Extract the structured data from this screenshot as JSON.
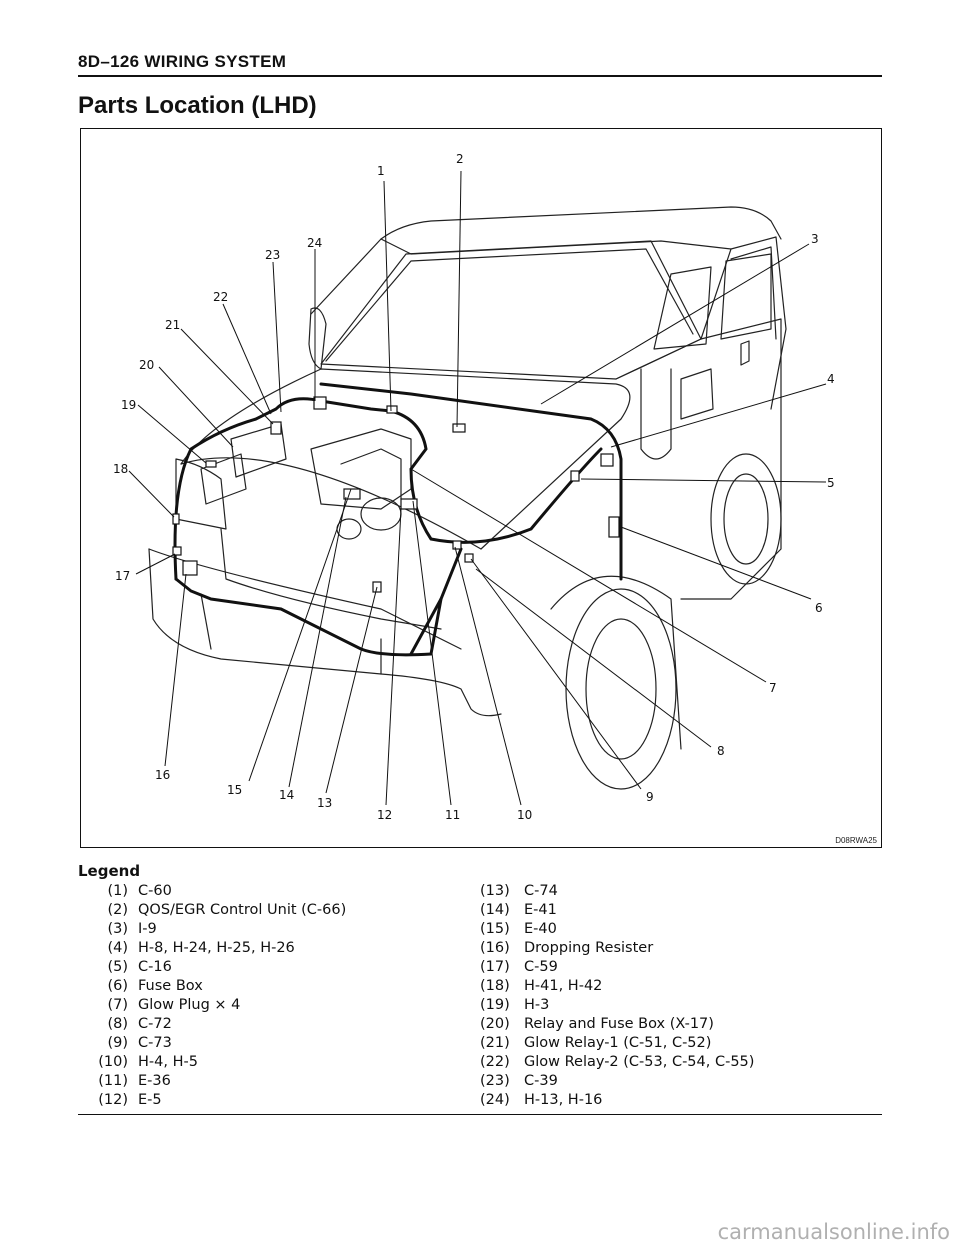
{
  "header": {
    "title": "8D–126   WIRING SYSTEM"
  },
  "section_title": "Parts Location (LHD)",
  "figure": {
    "code": "D08RWA25",
    "callouts": [
      "1",
      "2",
      "3",
      "4",
      "5",
      "6",
      "7",
      "8",
      "9",
      "10",
      "11",
      "12",
      "13",
      "14",
      "15",
      "16",
      "17",
      "18",
      "19",
      "20",
      "21",
      "22",
      "23",
      "24"
    ]
  },
  "legend": {
    "title": "Legend",
    "left": [
      {
        "num": "(1)",
        "text": "C-60"
      },
      {
        "num": "(2)",
        "text": "QOS/EGR Control Unit (C-66)"
      },
      {
        "num": "(3)",
        "text": "I-9"
      },
      {
        "num": "(4)",
        "text": "H-8, H-24, H-25, H-26"
      },
      {
        "num": "(5)",
        "text": "C-16"
      },
      {
        "num": "(6)",
        "text": "Fuse Box"
      },
      {
        "num": "(7)",
        "text": "Glow Plug × 4"
      },
      {
        "num": "(8)",
        "text": "C-72"
      },
      {
        "num": "(9)",
        "text": "C-73"
      },
      {
        "num": "(10)",
        "text": "H-4, H-5"
      },
      {
        "num": "(11)",
        "text": "E-36"
      },
      {
        "num": "(12)",
        "text": "E-5"
      }
    ],
    "right": [
      {
        "num": "(13)",
        "text": "C-74"
      },
      {
        "num": "(14)",
        "text": "E-41"
      },
      {
        "num": "(15)",
        "text": "E-40"
      },
      {
        "num": "(16)",
        "text": "Dropping Resister"
      },
      {
        "num": "(17)",
        "text": "C-59"
      },
      {
        "num": "(18)",
        "text": "H-41, H-42"
      },
      {
        "num": "(19)",
        "text": "H-3"
      },
      {
        "num": "(20)",
        "text": "Relay and Fuse Box (X-17)"
      },
      {
        "num": "(21)",
        "text": "Glow Relay-1 (C-51, C-52)"
      },
      {
        "num": "(22)",
        "text": "Glow Relay-2 (C-53, C-54, C-55)"
      },
      {
        "num": "(23)",
        "text": "C-39"
      },
      {
        "num": "(24)",
        "text": "H-13, H-16"
      }
    ]
  },
  "watermark": "carmanualsonline.info"
}
